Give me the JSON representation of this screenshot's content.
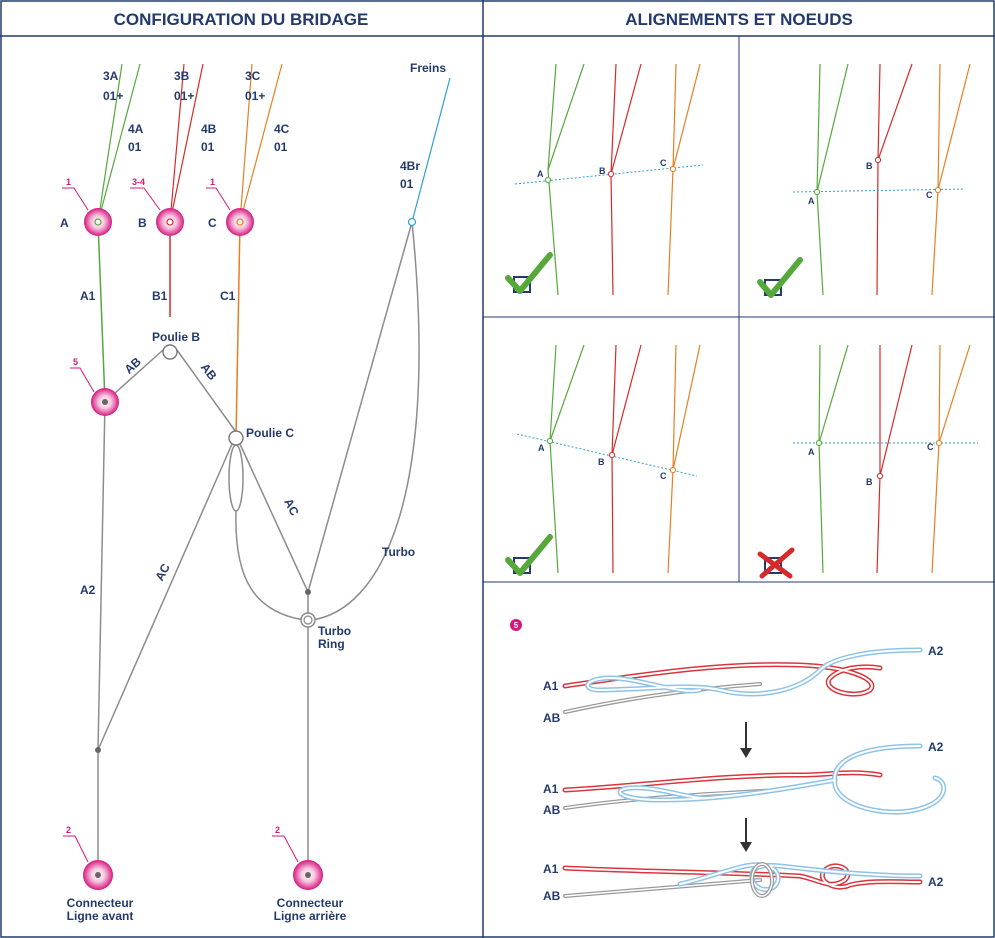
{
  "headers": {
    "left": "CONFIGURATION DU BRIDAGE",
    "right": "ALIGNEMENTS ET NOEUDS"
  },
  "bridle": {
    "top_lines": {
      "a_upper": [
        "3A",
        "01+"
      ],
      "a_lower": [
        "4A",
        "01"
      ],
      "b_upper": [
        "3B",
        "01+"
      ],
      "b_lower": [
        "4B",
        "01"
      ],
      "c_upper": [
        "3C",
        "01+"
      ],
      "c_lower": [
        "4C",
        "01"
      ],
      "brake_top": "Freins",
      "brake_line": [
        "4Br",
        "01"
      ]
    },
    "attach_points": {
      "a": "A",
      "b": "B",
      "c": "C"
    },
    "attach_numbers": {
      "a": "1",
      "b": "3-4",
      "c": "1",
      "knot": "5",
      "front": "2",
      "rear": "2"
    },
    "segments": {
      "a1": "A1",
      "b1": "B1",
      "c1": "C1",
      "a2": "A2",
      "ab_left": "AB",
      "ab_right": "AB",
      "ac_left": "AC",
      "ac_right": "AC",
      "turbo": "Turbo"
    },
    "pulleys": {
      "b": "Poulie B",
      "c": "Poulie C"
    },
    "turbo_ring": [
      "Turbo",
      "Ring"
    ],
    "front_connector": [
      "Connecteur",
      "Ligne avant"
    ],
    "rear_connector": [
      "Connecteur",
      "Ligne arrière"
    ]
  },
  "alignment_panels": [
    {
      "labels": {
        "a": "A",
        "b": "B",
        "c": "C"
      },
      "status": "ok"
    },
    {
      "labels": {
        "a": "A",
        "b": "B",
        "c": "C"
      },
      "status": "ok"
    },
    {
      "labels": {
        "a": "A",
        "b": "B",
        "c": "C"
      },
      "status": "ok"
    },
    {
      "labels": {
        "a": "A",
        "b": "B",
        "c": "C"
      },
      "status": "wrong"
    }
  ],
  "knot_steps": {
    "badge": "5",
    "step1": {
      "a1": "A1",
      "ab": "AB",
      "a2": "A2"
    },
    "step2": {
      "a1": "A1",
      "ab": "AB",
      "a2": "A2"
    },
    "step3": {
      "a1": "A1",
      "ab": "AB",
      "a2": "A2"
    }
  },
  "colors": {
    "navy": "#233a6e",
    "pink": "#d6197e",
    "green": "#56a83a",
    "red": "#d62a2a",
    "orange": "#e67e22",
    "blue": "#2f9ed6",
    "grey_line": "#8c8c8c",
    "knot_blue": "#8fc3e6",
    "knot_red": "#d9363e"
  },
  "icons": [
    "checkmark-icon",
    "cross-icon",
    "down-arrow-icon",
    "pulley-icon",
    "ring-icon"
  ]
}
